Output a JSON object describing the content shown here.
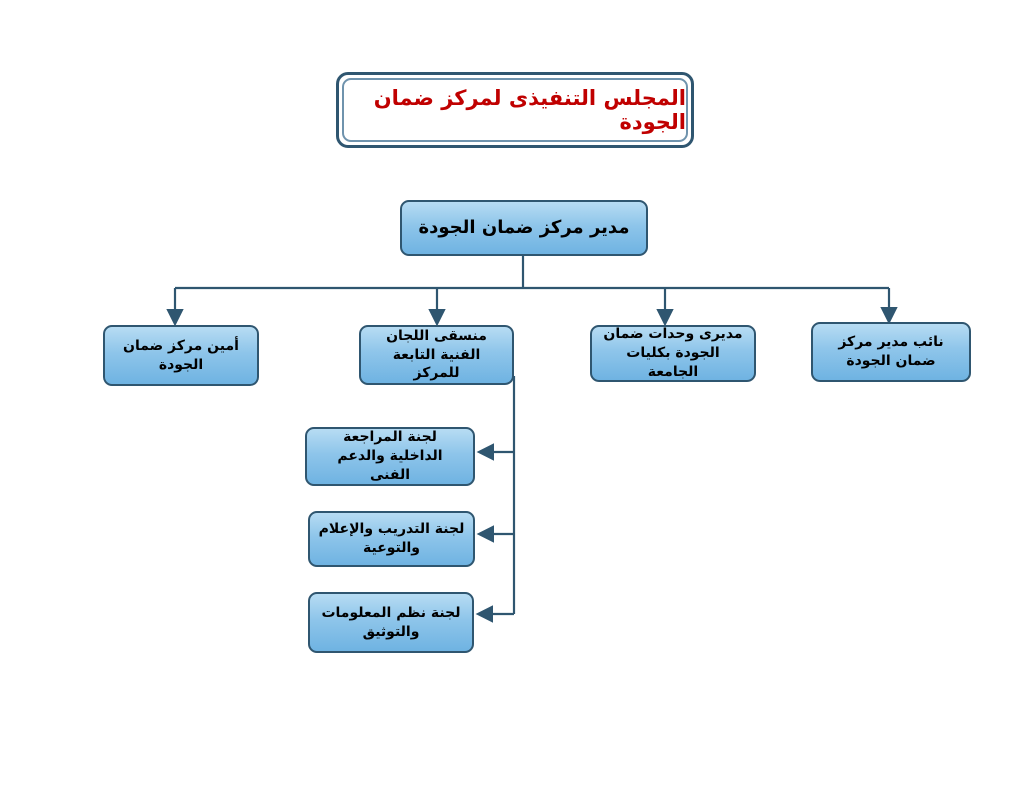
{
  "header": {
    "council_title": "المجلس التنفيذى لمركز ضمان الجودة"
  },
  "colors": {
    "line": "#2f5670",
    "box_fill": "#8ec5ea",
    "title_text": "#c00000"
  },
  "org": {
    "director": "مدير مركز ضمان الجودة",
    "deputy": "نائب مدير مركز ضمان الجودة",
    "unit_directors": "مديرى وحدات ضمان الجودة بكليات الجامعة",
    "committees_coordinator": "منسقى اللجان الفنية التابعة للمركز",
    "secretary": "أمين مركز ضمان الجودة",
    "committees": [
      "لجنة المراجعة الداخلية والدعم الفنى",
      "لجنة التدريب والإعلام والتوعية",
      "لجنة نظم المعلومات والتوثيق"
    ]
  }
}
